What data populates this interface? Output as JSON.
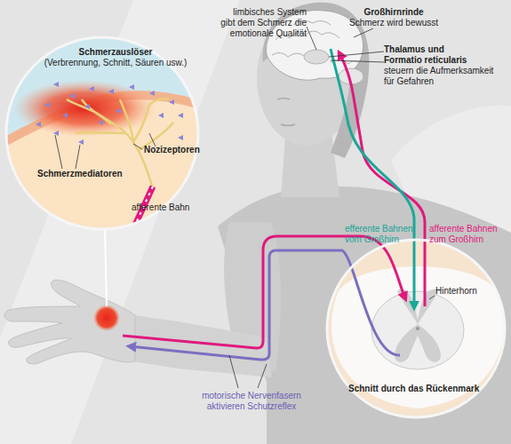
{
  "diagram": {
    "nodes": [
      {
        "text": [
          "Schmerzauslöser",
          "(Verbrennung, Schnitt, Säuren usw.)",
          "Nozizeptoren",
          "Schmerzmediatoren",
          "afferente Bahn"
        ]
      },
      {
        "text": [
          "efferente Bahnen vom Großhirn",
          "afferente Bahnen zum Großhirn",
          "Hinterhorn",
          "Schnitt durch das Rückenmark"
        ]
      }
    ],
    "labels": [
      "limbisches System",
      "gibt dem Schmerz die emotionale Qualität",
      "Großhirnrinde",
      "Schmerz wird bewusst",
      "Thalamus und Formatio reticularis",
      "steuern die Aufmerksamkeit für Gefahren",
      "motorische Nervenfasern aktivieren Schutzreflex"
    ]
  }
}
